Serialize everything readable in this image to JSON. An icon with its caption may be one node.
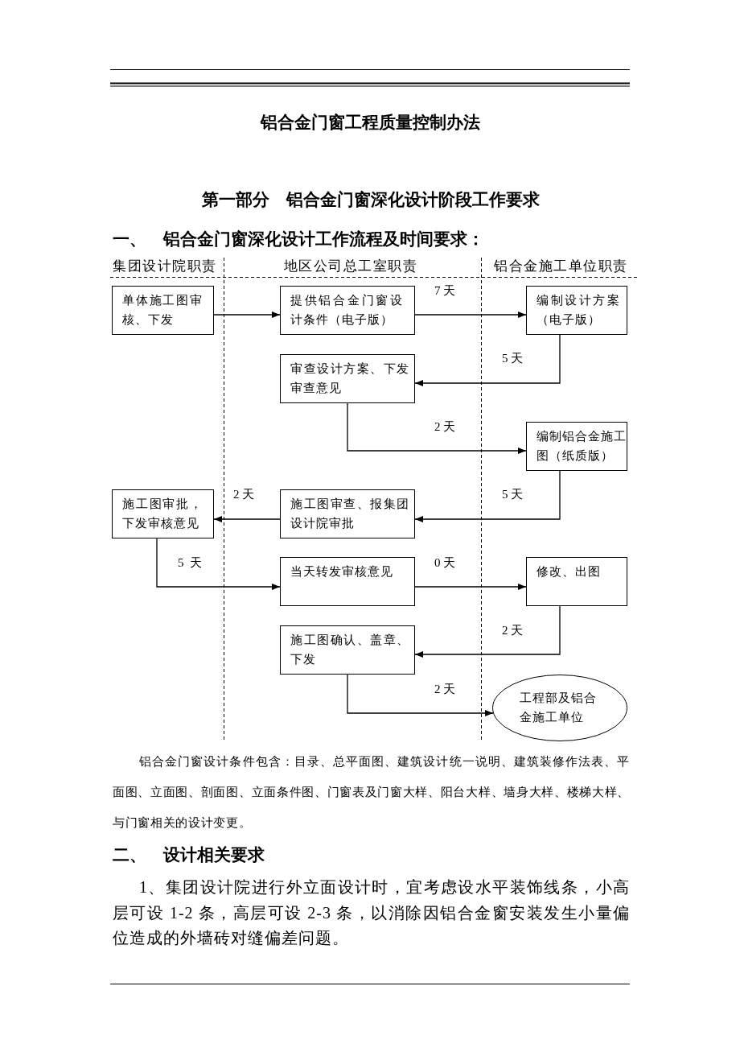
{
  "diagram": {
    "title": "铝合金门窗工程质量控制办法",
    "nodes": [
      {
        "text": [
          "单体施工图审核、下发"
        ]
      },
      {
        "text": [
          "提供铝合金门窗设计条件（电子版）"
        ]
      },
      {
        "text": [
          "编制设计方案（电子版）"
        ]
      },
      {
        "text": [
          "审查设计方案、下发审查意见"
        ]
      },
      {
        "text": [
          "编制铝合金施工图（纸质版）"
        ]
      },
      {
        "text": [
          "施工图审批，下发审核意见"
        ]
      },
      {
        "text": [
          "施工图审查、报集团设计院审批"
        ]
      },
      {
        "text": [
          "当天转发审核意见"
        ]
      },
      {
        "text": [
          "修改、出图"
        ]
      },
      {
        "text": [
          "施工图确认、盖章、下发"
        ]
      },
      {
        "text": [
          "工程部及铝合金施工单位"
        ]
      }
    ],
    "edges": [
      {
        "from": 0,
        "to": 1,
        "arrow": "to"
      },
      {
        "from": 1,
        "to": 2,
        "arrow": "to",
        "label": "7 天"
      },
      {
        "from": 2,
        "to": 3,
        "arrow": "to",
        "label": "5 天"
      },
      {
        "from": 3,
        "to": 4,
        "arrow": "to",
        "label": "2 天"
      },
      {
        "from": 4,
        "to": 6,
        "arrow": "to",
        "label": "5 天"
      },
      {
        "from": 6,
        "to": 5,
        "arrow": "to",
        "label": "2 天"
      },
      {
        "from": 5,
        "to": 7,
        "arrow": "to",
        "label": "5  天"
      },
      {
        "from": 7,
        "to": 8,
        "arrow": "to",
        "label": "0 天"
      },
      {
        "from": 8,
        "to": 9,
        "arrow": "to",
        "label": "2 天"
      },
      {
        "from": 9,
        "to": 10,
        "arrow": "to",
        "label": "2 天"
      }
    ],
    "labels": [
      "第一部分　铝合金门窗深化设计阶段工作要求",
      "一、　铝合金门窗深化设计工作流程及时间要求：",
      "集团设计院职责",
      "地区公司总工室职责",
      "铝合金施工单位职责",
      "铝合金门窗设计条件包含：目录、总平面图、建筑设计统一说明、建筑装修作法表、平面图、立面图、剖面图、立面条件图、门窗表及门窗大样、阳台大样、墙身大样、楼梯大样、与门窗相关的设计变更。",
      "二、　设计相关要求",
      "1、集团设计院进行外立面设计时，宜考虑设水平装饰线条，小高层可设 1-2 条，高层可设 2-3 条，以消除因铝合金窗安装发生小量偏位造成的外墙砖对缝偏差问题。"
    ]
  }
}
